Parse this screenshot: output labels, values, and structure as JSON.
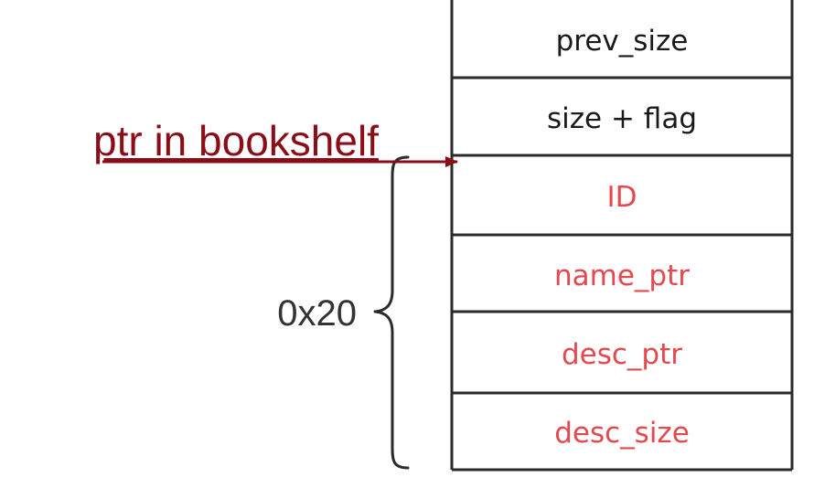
{
  "pointer": {
    "label": "ptr in bookshelf"
  },
  "brace": {
    "label": "0x20"
  },
  "chunk": {
    "cells": [
      {
        "label": "prev_size"
      },
      {
        "label": "size + flag"
      },
      {
        "label": "ID"
      },
      {
        "label": "name_ptr"
      },
      {
        "label": "desc_ptr"
      },
      {
        "label": "desc_size"
      }
    ]
  },
  "colors": {
    "header_text": "#1a1a1a",
    "field_text": "#e5484d",
    "pointer": "#8b0d18",
    "border": "#2b2b2b",
    "brace_text": "#333333"
  }
}
